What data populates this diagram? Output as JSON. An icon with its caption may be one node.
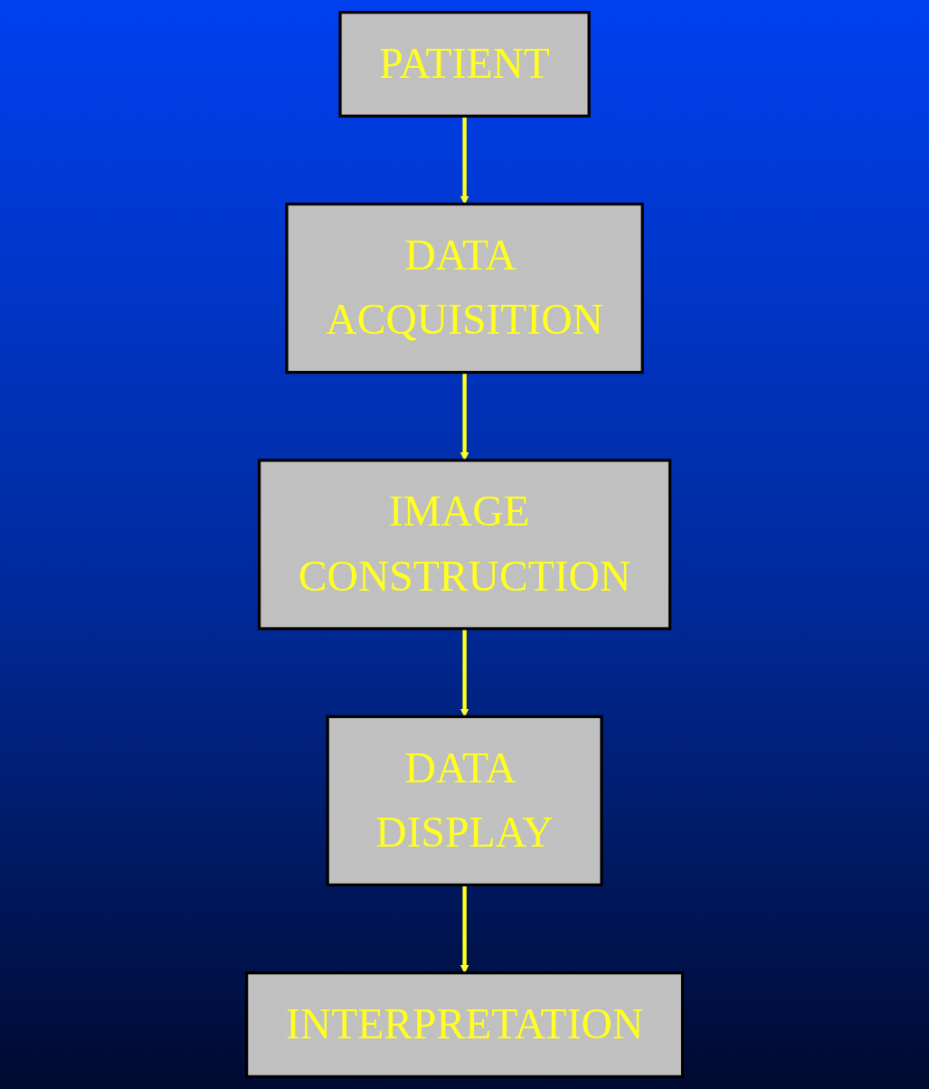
{
  "diagram": {
    "nodes": [
      {
        "text": [
          "PATIENT"
        ]
      },
      {
        "text": [
          "DATA ACQUISITION"
        ]
      },
      {
        "text": [
          "IMAGE CONSTRUCTION"
        ]
      },
      {
        "text": [
          "DATA DISPLAY"
        ]
      },
      {
        "text": [
          "INTERPRETATION"
        ]
      }
    ],
    "edges": [
      {
        "from": 0,
        "to": 1,
        "arrow": "to"
      },
      {
        "from": 1,
        "to": 2,
        "arrow": "to"
      },
      {
        "from": 2,
        "to": 3,
        "arrow": "to"
      },
      {
        "from": 3,
        "to": 4,
        "arrow": "to"
      }
    ]
  }
}
